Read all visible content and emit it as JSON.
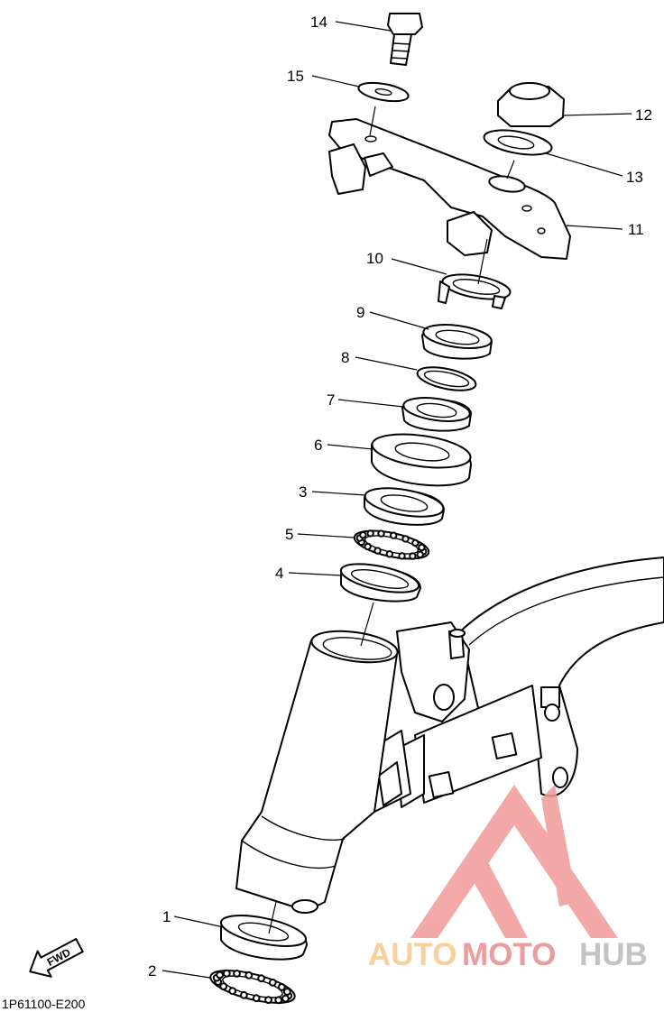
{
  "diagram": {
    "callouts": [
      "1",
      "2",
      "3",
      "4",
      "5",
      "6",
      "7",
      "8",
      "9",
      "10",
      "11",
      "12",
      "13",
      "14",
      "15"
    ],
    "part_code": "1P61100-E200",
    "fwd_label": "FWD",
    "watermark": {
      "part1": "AUTO",
      "part2": "MOTO",
      "part3": "HUB",
      "colors": {
        "auto": "#f7c88a",
        "moto": "#e88b8b",
        "hub": "#b9b9b9",
        "logo": "#f29a9a"
      }
    }
  }
}
